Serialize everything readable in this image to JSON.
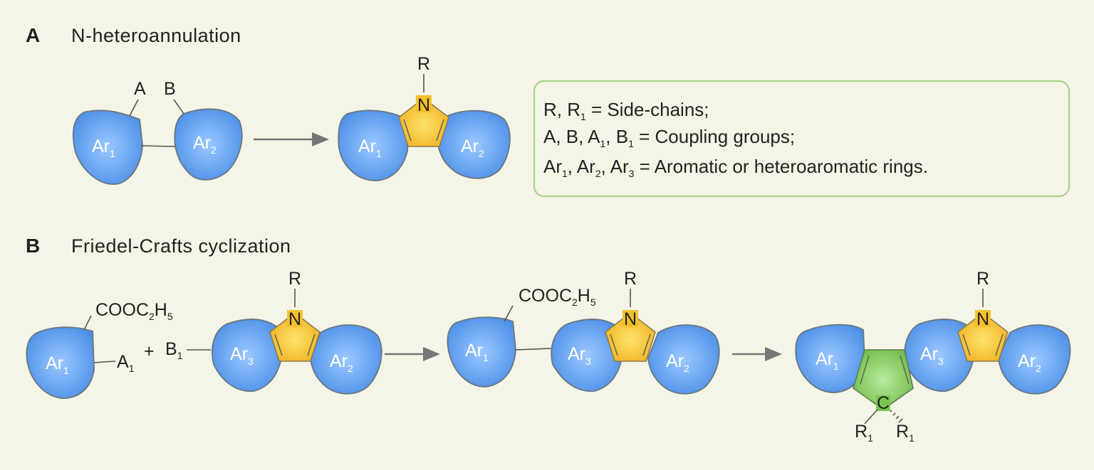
{
  "panel_a": {
    "letter": "A",
    "title": "N-heteroannulation",
    "label_a": "A",
    "label_b": "B",
    "label_r": "R",
    "label_n": "N"
  },
  "panel_b": {
    "letter": "B",
    "title": "Friedel-Crafts cyclization",
    "cooc2h5_main": "COOC",
    "cooc2h5_sub1": "2",
    "cooc2h5_mid": "H",
    "cooc2h5_sub2": "5",
    "label_a1_main": "A",
    "label_a1_sub": "1",
    "plus": "+",
    "label_b1_main": "B",
    "label_b1_sub": "1",
    "label_r": "R",
    "label_n": "N",
    "label_c": "C",
    "label_r1_main": "R",
    "label_r1_sub": "1"
  },
  "rings": {
    "ar": "Ar",
    "sub1": "1",
    "sub2": "2",
    "sub3": "3"
  },
  "legend": {
    "line1_a": "R, R",
    "line1_sub": "1",
    "line1_b": " = Side-chains;",
    "line2_a": "A, B, A",
    "line2_sub1": "1",
    "line2_b": ", B",
    "line2_sub2": "1",
    "line2_c": " = Coupling groups;",
    "line3_a": "Ar",
    "line3_sub1": "1",
    "line3_b": ", Ar",
    "line3_sub2": "2",
    "line3_c": ", Ar",
    "line3_sub3": "3",
    "line3_d": " = Aromatic or heteroaromatic rings."
  },
  "colors": {
    "background": "#f4f5e6",
    "ring_blue": "#5b9ef0",
    "pyrrole_yellow": "#f5c02c",
    "cyclopentadiene_green": "#79c34f",
    "legend_border": "#a8d48a",
    "arrow": "#777777"
  }
}
